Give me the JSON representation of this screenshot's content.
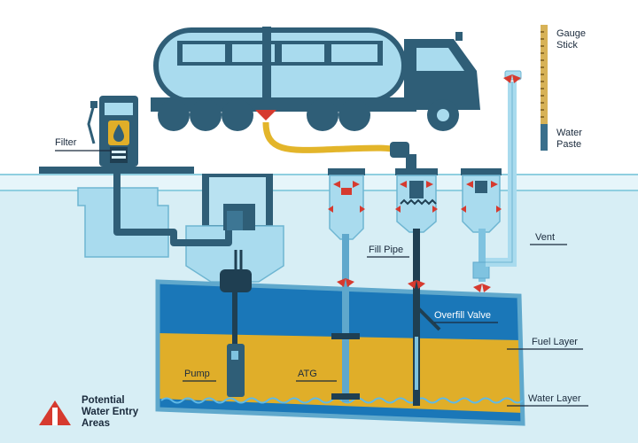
{
  "labels": {
    "gauge_stick": "Gauge Stick",
    "water_paste": "Water Paste",
    "filter": "Filter",
    "vent": "Vent",
    "fill_pipe": "Fill Pipe",
    "overfill_valve": "Overfill Valve",
    "fuel_layer": "Fuel Layer",
    "pump": "Pump",
    "atg": "ATG",
    "water_layer": "Water Layer",
    "legend": "Potential Water Entry Areas"
  },
  "colors": {
    "ground": "#d7eef5",
    "ground_line": "#8fcfe0",
    "truck_body": "#2f5e77",
    "tank_blue": "#1a77b8",
    "fuel": "#e0ae29",
    "hose": "#e3b52a",
    "pipe": "#3a6f8c",
    "gauge_stick": "#d7b257",
    "entry_marker": "#d63a2f"
  },
  "icons": {
    "legend_marker": "warning-triangle-icon",
    "dispenser_drop": "fuel-drop-icon"
  }
}
